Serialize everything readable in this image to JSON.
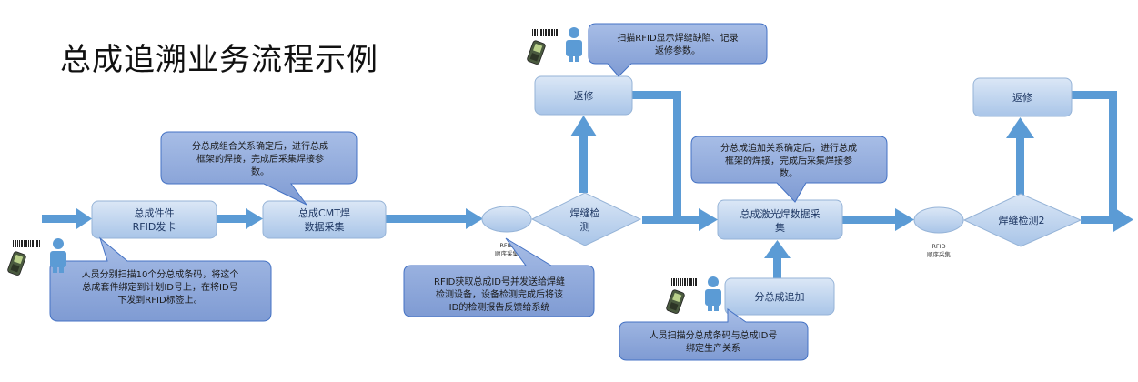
{
  "title": "总成追溯业务流程示例",
  "nodes": {
    "issue_card": [
      "总成件件",
      "RFID发卡"
    ],
    "cmt": [
      "总成CMT焊",
      "数据采集"
    ],
    "weld_check": [
      "焊缝检",
      "测"
    ],
    "repair_1": "返修",
    "laser_weld": [
      "总成激光焊数据采",
      "集"
    ],
    "weld_check_2": "焊缝检测2",
    "repair_2": "返修",
    "sub_add": "分总成追加"
  },
  "rfid_labels": [
    [
      "RFID",
      "顺序采集"
    ],
    [
      "RFID",
      "顺序采集"
    ]
  ],
  "callouts": {
    "c_scan_defects": [
      "扫描RFID显示焊缝缺陷、记录",
      "返修参数。"
    ],
    "c_combo": [
      "分总成组合关系确定后，进行总成",
      "框架的焊接，完成后采集焊接参",
      "数。"
    ],
    "c_rfid_send": [
      "RFID获取总成ID号并发送给焊缝",
      "检测设备，设备检测完成后将该",
      "ID的检测报告反馈给系统"
    ],
    "c_add": [
      "分总成追加关系确定后，进行总成",
      "框架的焊接，完成后采集焊接参",
      "数。"
    ],
    "c_staff_scan": [
      "人员分别扫描10个分总成条码，将这个",
      "总成套件绑定到计划ID号上，在将ID号",
      "下发到RFID标签上。"
    ],
    "c_bind": [
      "人员扫描分总成条码与总成ID号",
      "绑定生产关系"
    ]
  },
  "colors": {
    "arrow": "#5b9bd5",
    "box_light": "#c5d9f1",
    "box_dark": "#9bbbe0",
    "callout": "#8ea9db",
    "callout_stroke": "#4472c4",
    "person": "#5b9bd5"
  }
}
